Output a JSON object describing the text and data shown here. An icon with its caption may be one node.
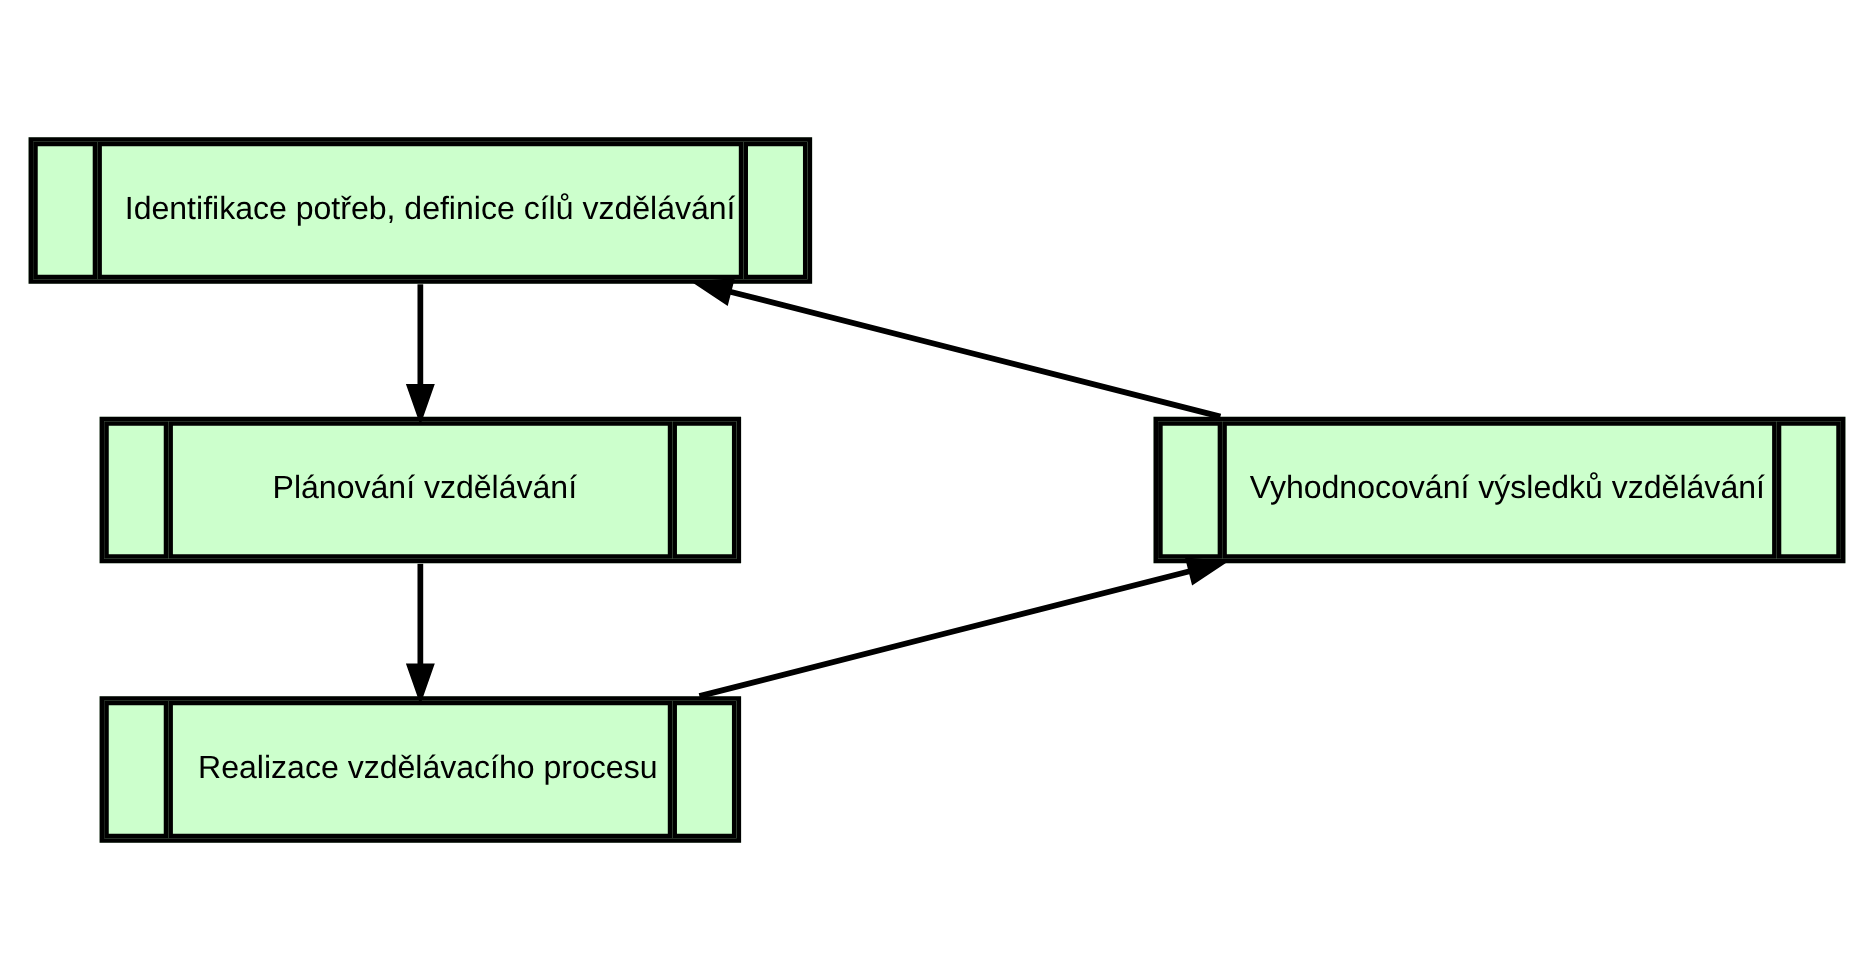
{
  "diagram": {
    "nodes": [
      {
        "text": [
          "Identifikace potřeb, definice cílů vzdělávání"
        ]
      },
      {
        "text": [
          "Vyhodnocování výsledků vzdělávání"
        ]
      },
      {
        "text": [
          "Plánování vzdělávání"
        ]
      },
      {
        "text": [
          "Realizace vzdělávacího procesu"
        ]
      }
    ],
    "edges": [
      {
        "from": 0,
        "to": 2,
        "arrow": "to"
      },
      {
        "from": 2,
        "to": 3,
        "arrow": "to"
      },
      {
        "from": 3,
        "to": 1,
        "arrow": "to"
      },
      {
        "from": 1,
        "to": 0,
        "arrow": "to"
      }
    ]
  }
}
